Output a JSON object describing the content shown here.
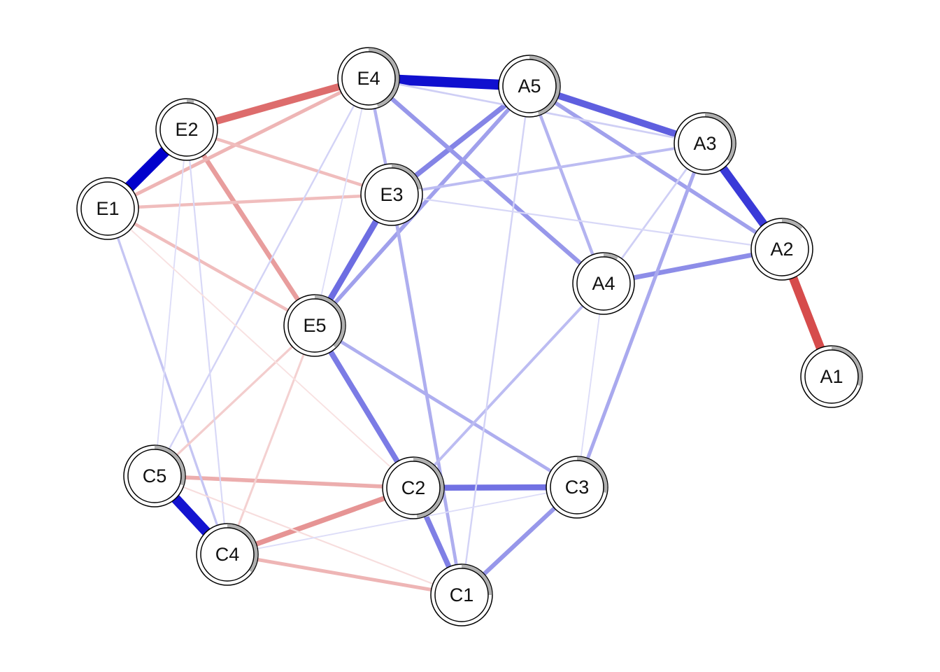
{
  "network": {
    "colors": {
      "positive": "#0000cc",
      "negative": "#cc2222",
      "node_fill": "#ffffff",
      "node_stroke": "#000000",
      "pie_ring": "#b0b0b0"
    },
    "nodes": [
      {
        "id": "E1",
        "label": "E1",
        "pie": 0.0
      },
      {
        "id": "E2",
        "label": "E2",
        "pie": 0.04
      },
      {
        "id": "E3",
        "label": "E3",
        "pie": 0.22
      },
      {
        "id": "E4",
        "label": "E4",
        "pie": 0.45
      },
      {
        "id": "E5",
        "label": "E5",
        "pie": 0.38
      },
      {
        "id": "A1",
        "label": "A1",
        "pie": 0.3
      },
      {
        "id": "A2",
        "label": "A2",
        "pie": 0.12
      },
      {
        "id": "A3",
        "label": "A3",
        "pie": 0.35
      },
      {
        "id": "A4",
        "label": "A4",
        "pie": 0.08
      },
      {
        "id": "A5",
        "label": "A5",
        "pie": 0.45
      },
      {
        "id": "C1",
        "label": "C1",
        "pie": 0.25
      },
      {
        "id": "C2",
        "label": "C2",
        "pie": 0.48
      },
      {
        "id": "C3",
        "label": "C3",
        "pie": 0.28
      },
      {
        "id": "C4",
        "label": "C4",
        "pie": 0.35
      },
      {
        "id": "C5",
        "label": "C5",
        "pie": 0.3
      }
    ],
    "edges": [
      {
        "from": "E1",
        "to": "E2",
        "weight": 0.52
      },
      {
        "from": "E4",
        "to": "A5",
        "weight": 0.47
      },
      {
        "from": "A2",
        "to": "A1",
        "weight": -0.4
      },
      {
        "from": "C5",
        "to": "C4",
        "weight": 0.46
      },
      {
        "from": "A3",
        "to": "A2",
        "weight": 0.38
      },
      {
        "from": "E2",
        "to": "E4",
        "weight": -0.32
      },
      {
        "from": "A5",
        "to": "A3",
        "weight": 0.3
      },
      {
        "from": "E5",
        "to": "E3",
        "weight": 0.27
      },
      {
        "from": "C2",
        "to": "C3",
        "weight": 0.26
      },
      {
        "from": "E5",
        "to": "C2",
        "weight": 0.24
      },
      {
        "from": "C2",
        "to": "C1",
        "weight": 0.23
      },
      {
        "from": "C4",
        "to": "C2",
        "weight": -0.22
      },
      {
        "from": "E2",
        "to": "E5",
        "weight": -0.2
      },
      {
        "from": "A5",
        "to": "E3",
        "weight": 0.22
      },
      {
        "from": "A4",
        "to": "A2",
        "weight": 0.2
      },
      {
        "from": "C3",
        "to": "C1",
        "weight": 0.18
      },
      {
        "from": "E4",
        "to": "A4",
        "weight": 0.18
      },
      {
        "from": "A5",
        "to": "E5",
        "weight": 0.16
      },
      {
        "from": "A5",
        "to": "A2",
        "weight": 0.16
      },
      {
        "from": "C5",
        "to": "C2",
        "weight": -0.16
      },
      {
        "from": "C4",
        "to": "C1",
        "weight": -0.14
      },
      {
        "from": "E1",
        "to": "E4",
        "weight": -0.14
      },
      {
        "from": "E2",
        "to": "E3",
        "weight": -0.12
      },
      {
        "from": "E1",
        "to": "E3",
        "weight": -0.12
      },
      {
        "from": "E1",
        "to": "E5",
        "weight": -0.12
      },
      {
        "from": "A3",
        "to": "C3",
        "weight": 0.14
      },
      {
        "from": "E3",
        "to": "C1",
        "weight": 0.13
      },
      {
        "from": "E5",
        "to": "C3",
        "weight": 0.13
      },
      {
        "from": "A5",
        "to": "A4",
        "weight": 0.12
      },
      {
        "from": "E4",
        "to": "E3",
        "weight": 0.12
      },
      {
        "from": "A4",
        "to": "C2",
        "weight": 0.1
      },
      {
        "from": "E3",
        "to": "A3",
        "weight": 0.1
      },
      {
        "from": "E1",
        "to": "C4",
        "weight": 0.08
      },
      {
        "from": "E5",
        "to": "C5",
        "weight": -0.08
      },
      {
        "from": "E5",
        "to": "C4",
        "weight": -0.07
      },
      {
        "from": "E4",
        "to": "A3",
        "weight": 0.06
      },
      {
        "from": "E4",
        "to": "C5",
        "weight": 0.05
      },
      {
        "from": "A3",
        "to": "A4",
        "weight": 0.06
      },
      {
        "from": "A5",
        "to": "C1",
        "weight": 0.05
      },
      {
        "from": "E2",
        "to": "C4",
        "weight": 0.04
      },
      {
        "from": "E2",
        "to": "C5",
        "weight": 0.03
      },
      {
        "from": "E4",
        "to": "E5",
        "weight": 0.03
      },
      {
        "from": "E1",
        "to": "C2",
        "weight": -0.03
      },
      {
        "from": "A4",
        "to": "C3",
        "weight": 0.03
      },
      {
        "from": "C5",
        "to": "C1",
        "weight": -0.04
      },
      {
        "from": "A2",
        "to": "E3",
        "weight": 0.04
      },
      {
        "from": "C4",
        "to": "C3",
        "weight": 0.03
      }
    ]
  }
}
